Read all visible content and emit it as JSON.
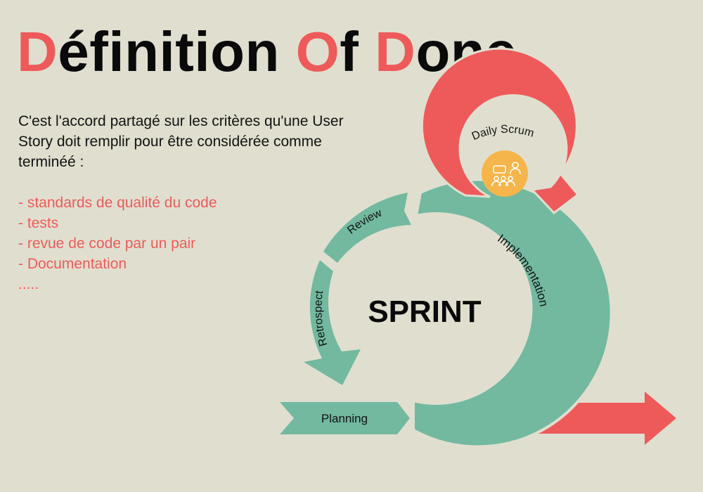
{
  "title": {
    "parts": [
      {
        "text": "D",
        "highlight": true
      },
      {
        "text": "éfinition ",
        "highlight": false
      },
      {
        "text": "O",
        "highlight": true
      },
      {
        "text": "f ",
        "highlight": false
      },
      {
        "text": "D",
        "highlight": true
      },
      {
        "text": "one",
        "highlight": false
      }
    ]
  },
  "intro": {
    "lines": [
      "C'est l'accord partagé sur les critères qu'une User",
      "Story doit remplir pour être considérée comme",
      "terminéé :"
    ]
  },
  "criteria": [
    "- standards de qualité du code",
    "- tests",
    "- revue de code par un pair",
    "- Documentation",
    "....."
  ],
  "diagram": {
    "center_label": "SPRINT",
    "stages": {
      "planning": "Planning",
      "implementation": "Implementation",
      "review": "Review",
      "retrospect": "Retrospect",
      "daily_scrum": "Daily Scrum"
    },
    "daily_scrum_icon": "team-meeting-icon"
  },
  "colors": {
    "background": "#e0dfcf",
    "accent_red": "#ee5a5a",
    "cycle_green": "#72b9a0",
    "icon_orange": "#f5b54a",
    "text_dark": "#0a0a0a"
  }
}
